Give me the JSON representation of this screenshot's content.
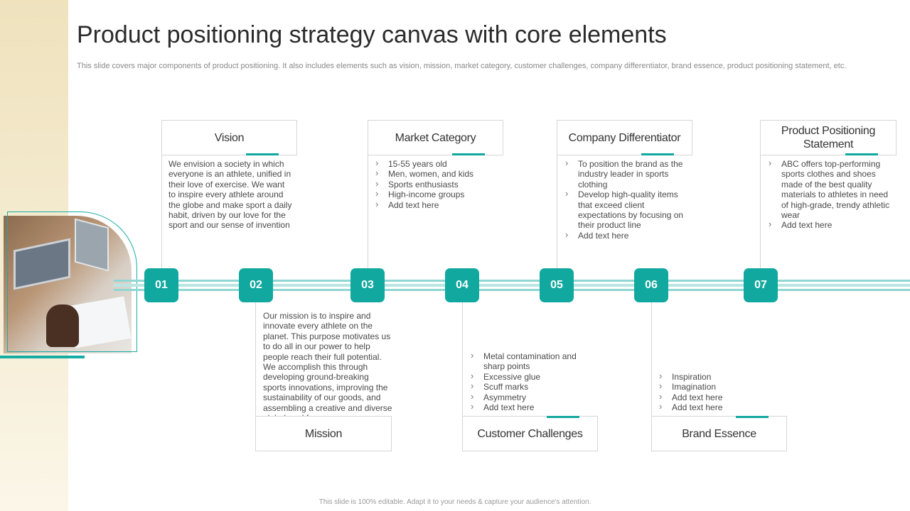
{
  "slide": {
    "title": "Product positioning strategy canvas with core elements",
    "subtitle": "This slide covers major components of product positioning. It also includes elements such as vision, mission, market category, customer challenges, company differentiator, brand essence, product positioning statement, etc.",
    "footer": "This slide is 100% editable. Adapt it to your needs & capture your audience's attention."
  },
  "colors": {
    "accent": "#11a89f",
    "band": "#efe2bd"
  },
  "steps": [
    {
      "num": "01",
      "title": "Vision",
      "text": "We envision a society in which everyone is an athlete, unified in their love of exercise. We want to inspire every athlete around the globe and make sport a daily habit, driven by our love for the sport and our sense of invention"
    },
    {
      "num": "02",
      "title": "Mission",
      "text": "Our mission is to inspire and innovate every athlete on the planet. This purpose motivates us to do all in our power to help people reach their full potential. We accomplish this through developing ground-breaking sports innovations, improving the sustainability of our goods, and assembling a creative and diverse global workforce."
    },
    {
      "num": "03",
      "title": "Market Category",
      "bullets": [
        "15-55 years old",
        "Men, women, and kids",
        "Sports enthusiasts",
        "High-income groups",
        "Add text here"
      ]
    },
    {
      "num": "04",
      "title": "Customer Challenges",
      "bullets": [
        "Metal contamination and sharp points",
        "Excessive glue",
        "Scuff marks",
        "Asymmetry",
        "Add text here"
      ]
    },
    {
      "num": "05",
      "title": "Company Differentiator",
      "bullets": [
        "To position the brand as the industry leader in sports clothing",
        "Develop high-quality items that exceed client expectations by focusing on their product line",
        "Add text here"
      ]
    },
    {
      "num": "06",
      "title": "Brand Essence",
      "bullets": [
        "Inspiration",
        "Imagination",
        "Add text here",
        "Add text here"
      ]
    },
    {
      "num": "07",
      "title": "Product Positioning Statement",
      "bullets": [
        "ABC offers top-performing sports clothes and shoes made of the best quality materials to athletes in need of high-grade, trendy athletic wear",
        "Add text here"
      ]
    }
  ]
}
